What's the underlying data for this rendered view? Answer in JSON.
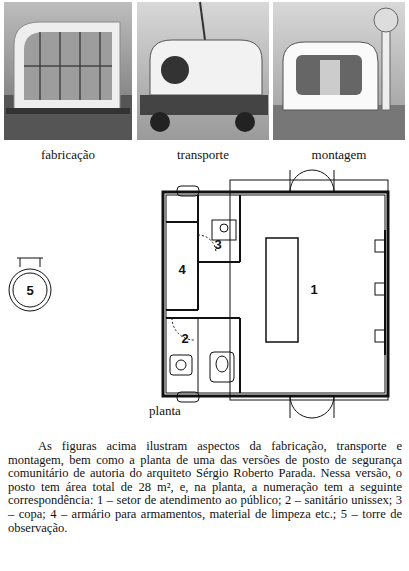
{
  "diagram": {
    "caption": "As figuras acima ilustram aspectos da fabricação, transporte e montagem, bem como a planta de uma das versões de posto de segurança comunitário de autoria do arquiteto Sérgio Roberto Parada. Nessa versão, o posto tem área total de 28 m², e, na planta, a numeração tem a seguinte correspondência: 1 – setor de atendimento ao público; 2 – sanitário unissex; 3 – copa; 4 – armário para armamentos, material de limpeza etc.; 5 – torre de observação.",
    "nodes": [
      {
        "text": [
          "5"
        ]
      }
    ],
    "labels": [
      "fabricação",
      "transporte",
      "montagem",
      "1",
      "2",
      "3",
      "4",
      "planta"
    ]
  }
}
